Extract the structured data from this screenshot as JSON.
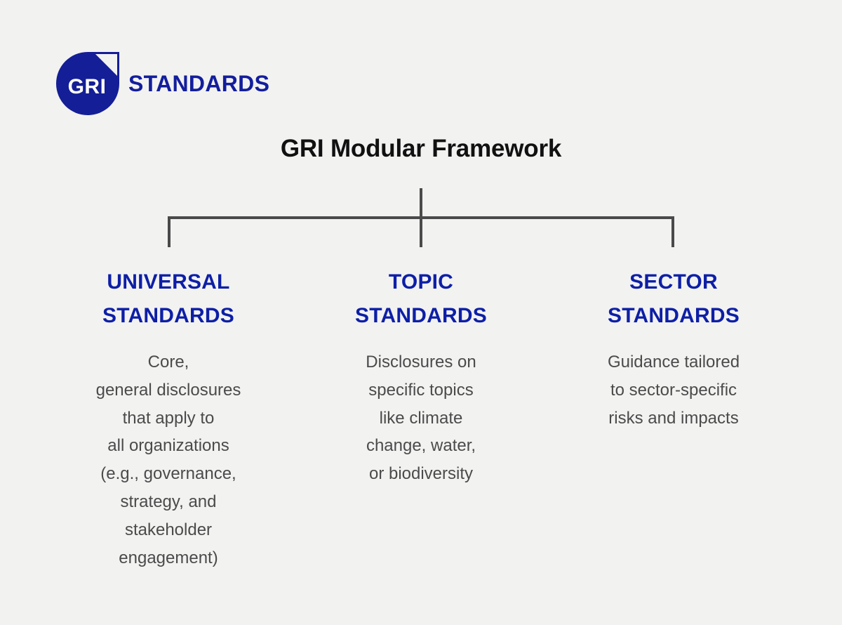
{
  "background_color": "#f2f2f1",
  "brand": {
    "logo_mark_color": "#141e96",
    "logo_letters": "GRI",
    "logo_icon_name": "gri-circle-logo-icon",
    "wordmark": "STANDARDS",
    "wordmark_color": "#131e9c"
  },
  "title": "GRI Modular Framework",
  "title_color": "#111111",
  "connector": {
    "line_color": "#4a4a4a",
    "description": "org-chart connector: vertical stem from title to horizontal bar with three drops"
  },
  "heading_color": "#0d1fa6",
  "body_color": "#4b4b4b",
  "columns": [
    {
      "id": "universal",
      "heading": "UNIVERSAL\nSTANDARDS",
      "body": "Core,\ngeneral disclosures\nthat apply to\nall organizations\n(e.g., governance,\nstrategy, and\nstakeholder\nengagement)"
    },
    {
      "id": "topic",
      "heading": "TOPIC\nSTANDARDS",
      "body": "Disclosures on\nspecific topics\nlike climate\nchange, water,\nor biodiversity"
    },
    {
      "id": "sector",
      "heading": "SECTOR\nSTANDARDS",
      "body": "Guidance tailored\nto sector-specific\nrisks and impacts"
    }
  ]
}
